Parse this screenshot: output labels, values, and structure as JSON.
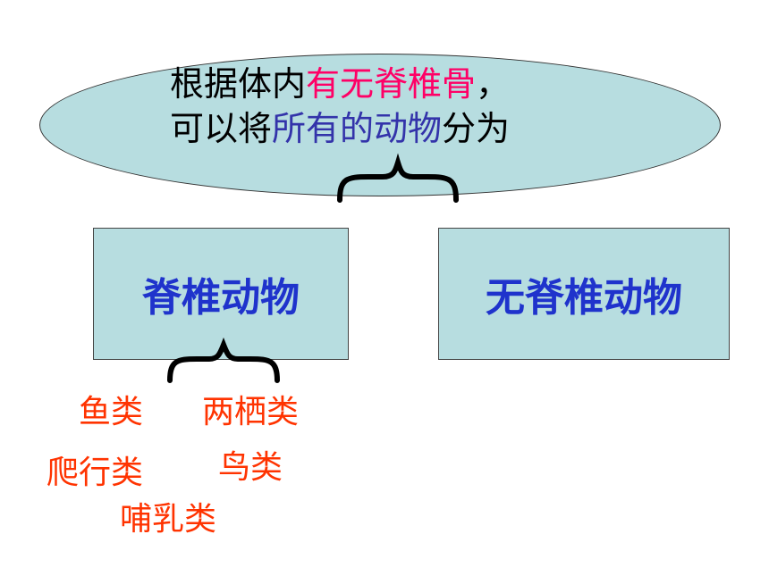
{
  "intro": {
    "line1_a": "根据体内",
    "line1_b": "有无脊椎骨",
    "line1_c": "，",
    "line2_a": "可以将",
    "line2_b": "所有的动物",
    "line2_c": "分为"
  },
  "groups": {
    "vertebrate": "脊椎动物",
    "invertebrate": "无脊椎动物"
  },
  "vertebrate_classes": {
    "fish": "鱼类",
    "amphibian": "两栖类",
    "reptile": "爬行类",
    "bird": "鸟类",
    "mammal": "哺乳类"
  },
  "colors": {
    "fill": "#b7dde0",
    "highlight_magenta": "#ff0066",
    "highlight_indigo": "#3333aa",
    "group_text": "#1f33cc",
    "class_text": "#ff3300"
  }
}
